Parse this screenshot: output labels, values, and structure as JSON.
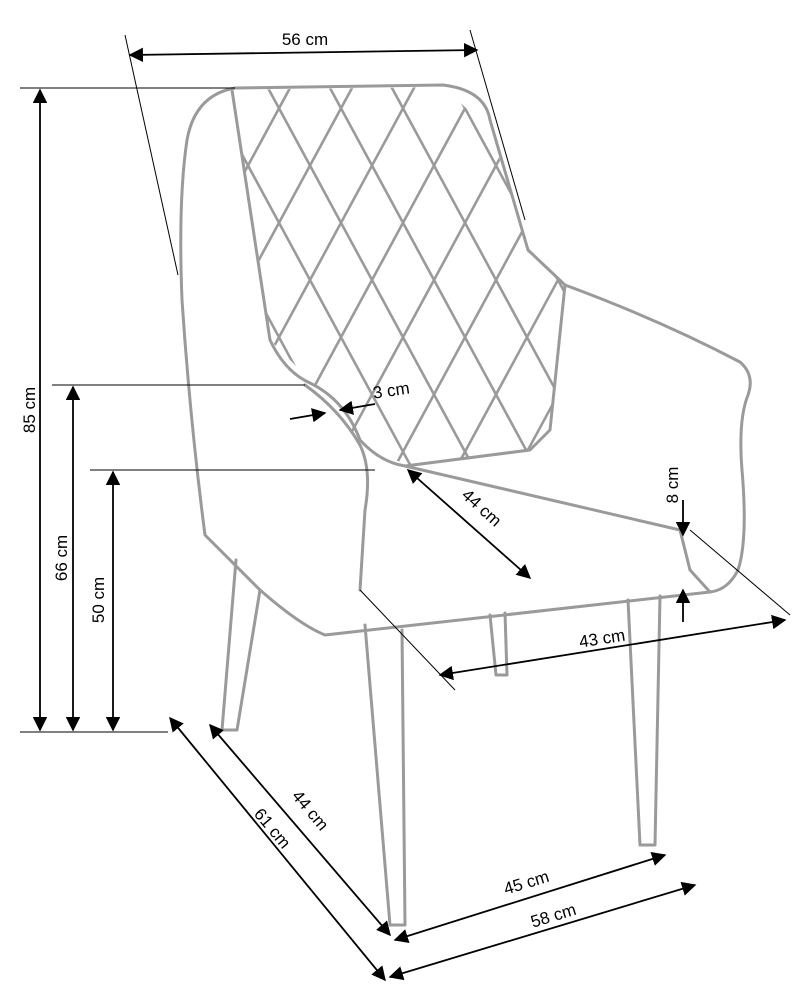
{
  "title": "Armchair dimensions diagram",
  "dimensions": {
    "width_top": "56 cm",
    "total_height": "85 cm",
    "armrest_height": "66 cm",
    "seat_height": "50 cm",
    "armrest_thickness": "3 cm",
    "seat_depth": "44 cm",
    "armrest_depth": "8 cm",
    "seat_width": "43 cm",
    "leg_depth": "44 cm",
    "total_depth": "61 cm",
    "leg_width": "45 cm",
    "total_width": "58 cm"
  },
  "colors": {
    "outline": "#9a9a9a",
    "dimension": "#000000"
  }
}
